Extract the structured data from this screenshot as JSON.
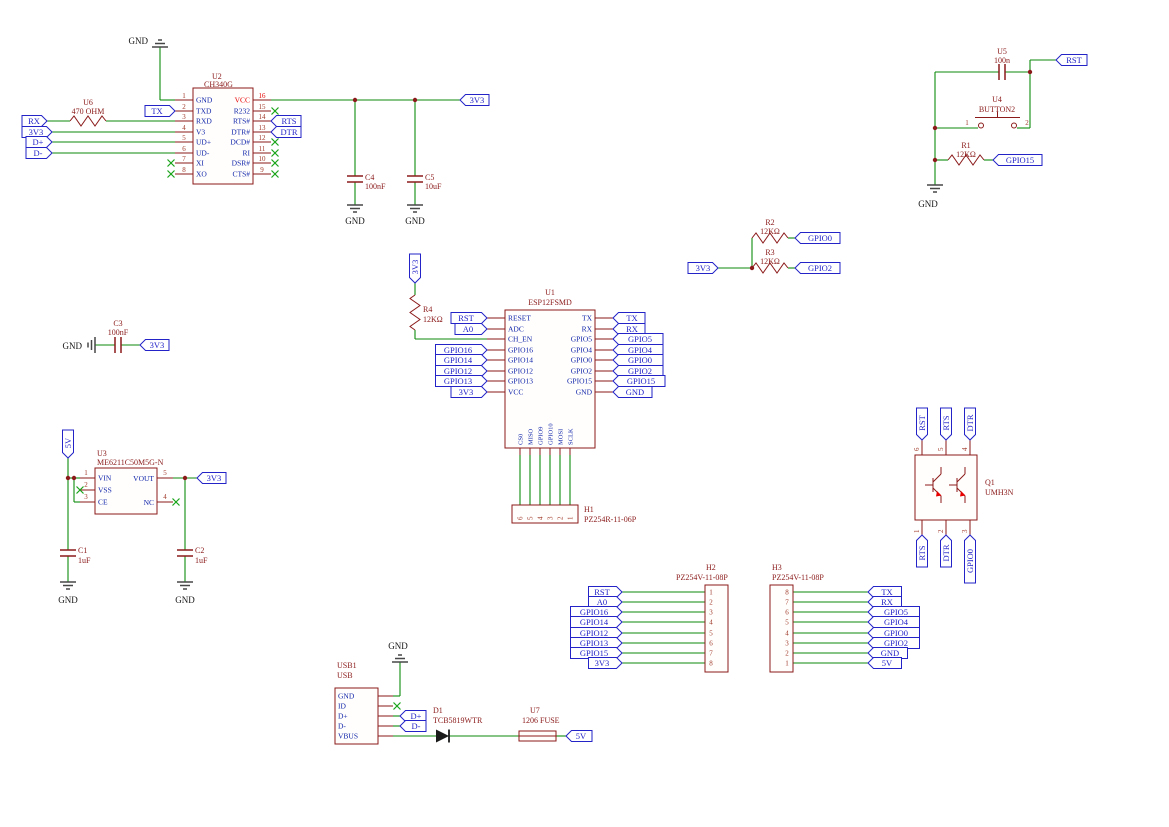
{
  "nets": {
    "rx": "RX",
    "tx": "TX",
    "v33": "3V3",
    "dp": "D+",
    "dm": "D-",
    "rts": "RTS",
    "dtr": "DTR",
    "rst": "RST",
    "a0": "A0",
    "v5": "5V",
    "gnd": "GND",
    "gpio0": "GPIO0",
    "gpio2": "GPIO2",
    "gpio4": "GPIO4",
    "gpio5": "GPIO5",
    "gpio12": "GPIO12",
    "gpio13": "GPIO13",
    "gpio14": "GPIO14",
    "gpio15": "GPIO15",
    "gpio16": "GPIO16"
  },
  "labels": {
    "gnd": "GND"
  },
  "u2": {
    "ref": "U2",
    "part": "CH340G",
    "left_pins": [
      {
        "num": "1",
        "name": "GND"
      },
      {
        "num": "2",
        "name": "TXD"
      },
      {
        "num": "3",
        "name": "RXD"
      },
      {
        "num": "4",
        "name": "V3"
      },
      {
        "num": "5",
        "name": "UD+"
      },
      {
        "num": "6",
        "name": "UD-"
      },
      {
        "num": "7",
        "name": "XI"
      },
      {
        "num": "8",
        "name": "XO"
      }
    ],
    "right_pins": [
      {
        "num": "16",
        "name": "VCC"
      },
      {
        "num": "15",
        "name": "R232"
      },
      {
        "num": "14",
        "name": "RTS#"
      },
      {
        "num": "13",
        "name": "DTR#"
      },
      {
        "num": "12",
        "name": "DCD#"
      },
      {
        "num": "11",
        "name": "RI"
      },
      {
        "num": "10",
        "name": "DSR#"
      },
      {
        "num": "9",
        "name": "CTS#"
      }
    ]
  },
  "u6": {
    "ref": "U6",
    "value": "470 OHM"
  },
  "u5": {
    "ref": "U5",
    "value": "100n"
  },
  "u4": {
    "ref": "U4",
    "part": "BUTTON2",
    "pin1": "1",
    "pin2": "2"
  },
  "r1": {
    "ref": "R1",
    "value": "12KΩ"
  },
  "r2": {
    "ref": "R2",
    "value": "12KΩ"
  },
  "r3": {
    "ref": "R3",
    "value": "12KΩ"
  },
  "r4": {
    "ref": "R4",
    "value": "12KΩ"
  },
  "c1": {
    "ref": "C1",
    "value": "1uF"
  },
  "c2": {
    "ref": "C2",
    "value": "1uF"
  },
  "c3": {
    "ref": "C3",
    "value": "100nF"
  },
  "c4": {
    "ref": "C4",
    "value": "100nF"
  },
  "c5": {
    "ref": "C5",
    "value": "10uF"
  },
  "u1": {
    "ref": "U1",
    "part": "ESP12FSMD",
    "left_pins": [
      "RESET",
      "ADC",
      "CH_EN",
      "GPIO16",
      "GPIO14",
      "GPIO12",
      "GPIO13",
      "VCC"
    ],
    "right_pins": [
      "TX",
      "RX",
      "GPIO5",
      "GPIO4",
      "GPIO0",
      "GPIO2",
      "GPIO15",
      "GND"
    ],
    "bottom_pins": [
      "CS0",
      "MISO",
      "GPIO9",
      "GPIO10",
      "MOSI",
      "SCLK"
    ]
  },
  "h1": {
    "ref": "H1",
    "part": "PZ254R-11-06P",
    "pins": [
      "6",
      "5",
      "4",
      "3",
      "2",
      "1"
    ]
  },
  "u3": {
    "ref": "U3",
    "part": "ME6211C50M5G-N",
    "left_pins": [
      {
        "num": "1",
        "name": "VIN"
      },
      {
        "num": "2",
        "name": "VSS"
      },
      {
        "num": "3",
        "name": "CE"
      }
    ],
    "right_pins": [
      {
        "num": "5",
        "name": "VOUT"
      },
      {
        "num": "4",
        "name": "NC"
      }
    ]
  },
  "h2": {
    "ref": "H2",
    "part": "PZ254V-11-08P",
    "pins": [
      "1",
      "2",
      "3",
      "4",
      "5",
      "6",
      "7",
      "8"
    ],
    "nets": [
      "RST",
      "A0",
      "GPIO16",
      "GPIO14",
      "GPIO12",
      "GPIO13",
      "GPIO15",
      "3V3"
    ]
  },
  "h3": {
    "ref": "H3",
    "part": "PZ254V-11-08P",
    "pins": [
      "8",
      "7",
      "6",
      "5",
      "4",
      "3",
      "2",
      "1"
    ],
    "nets": [
      "TX",
      "RX",
      "GPIO5",
      "GPIO4",
      "GPIO0",
      "GPIO2",
      "GND",
      "5V"
    ]
  },
  "q1": {
    "ref": "Q1",
    "part": "UMH3N",
    "top_pins": [
      "6",
      "5",
      "4"
    ],
    "top_nets": [
      "RST",
      "RTS",
      "DTR"
    ],
    "bottom_pins": [
      "1",
      "2",
      "3"
    ],
    "bottom_nets": [
      "RTS",
      "DTR",
      "GPIO0"
    ]
  },
  "usb1": {
    "ref": "USB1",
    "part": "USB",
    "pins": [
      "GND",
      "ID",
      "D+",
      "D-",
      "VBUS"
    ]
  },
  "d1": {
    "ref": "D1",
    "part": "TCB5819WTR"
  },
  "u7": {
    "ref": "U7",
    "part": "1206 FUSE"
  }
}
